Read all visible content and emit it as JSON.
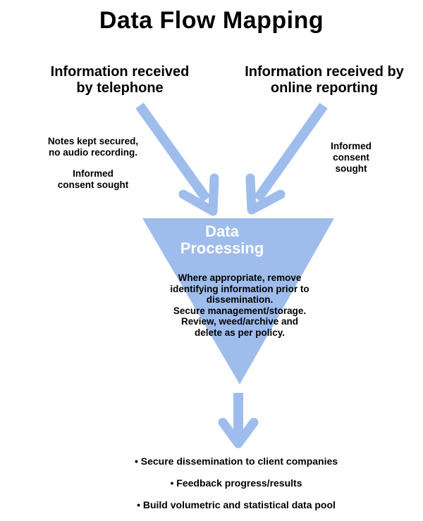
{
  "title": "Data Flow Mapping",
  "sources": {
    "telephone": {
      "label_line1": "Information received",
      "label_line2": "by telephone",
      "notes": [
        "Notes kept secured,",
        "no audio recording.",
        "",
        "Informed",
        "consent sought"
      ]
    },
    "online": {
      "label_line1": "Information received by",
      "label_line2": "online reporting",
      "notes": [
        "Informed",
        "consent",
        "sought"
      ]
    }
  },
  "processing": {
    "title_line1": "Data",
    "title_line2": "Processing",
    "lines": [
      "Where appropriate, remove",
      "identifying information prior to",
      "dissemination.",
      "Secure management/storage.",
      "Review, weed/archive and",
      "delete as per policy."
    ]
  },
  "outputs": [
    "• Secure dissemination to client companies",
    "• Feedback progress/results",
    "• Build volumetric and statistical data pool"
  ],
  "colors": {
    "accent": "#9ebdec",
    "text": "#000000",
    "processing_title": "#ffffff"
  }
}
